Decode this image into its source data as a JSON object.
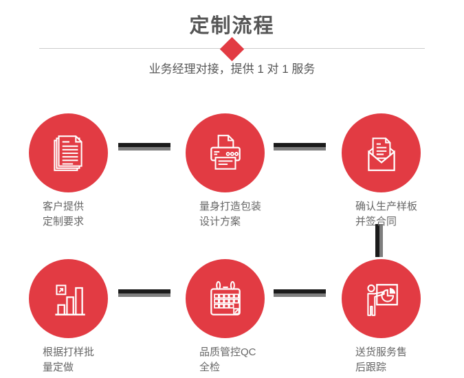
{
  "header": {
    "title": "定制流程",
    "subtitle": "业务经理对接，提供 1 对 1 服务"
  },
  "colors": {
    "accent_red": "#e23b43",
    "title_gray": "#555555",
    "label_gray": "#666666",
    "divider_gray": "#cccccc",
    "connector_black": "#1a1a1a",
    "connector_gray": "#7e7e7e",
    "icon_stroke": "#ffffff"
  },
  "steps": [
    {
      "icon": "documents-icon",
      "line1": "客户提供",
      "line2": "定制要求"
    },
    {
      "icon": "printer-icon",
      "line1": "量身打造包装",
      "line2": "设计方案"
    },
    {
      "icon": "envelope-icon",
      "line1": "确认生产样板",
      "line2": "并签合同"
    },
    {
      "icon": "bar-chart-icon",
      "line1": "根据打样批",
      "line2": "量定做"
    },
    {
      "icon": "calendar-icon",
      "line1": "品质管控QC",
      "line2": "全检"
    },
    {
      "icon": "presentation-icon",
      "line1": "送货服务售",
      "line2": "后跟踪"
    }
  ]
}
